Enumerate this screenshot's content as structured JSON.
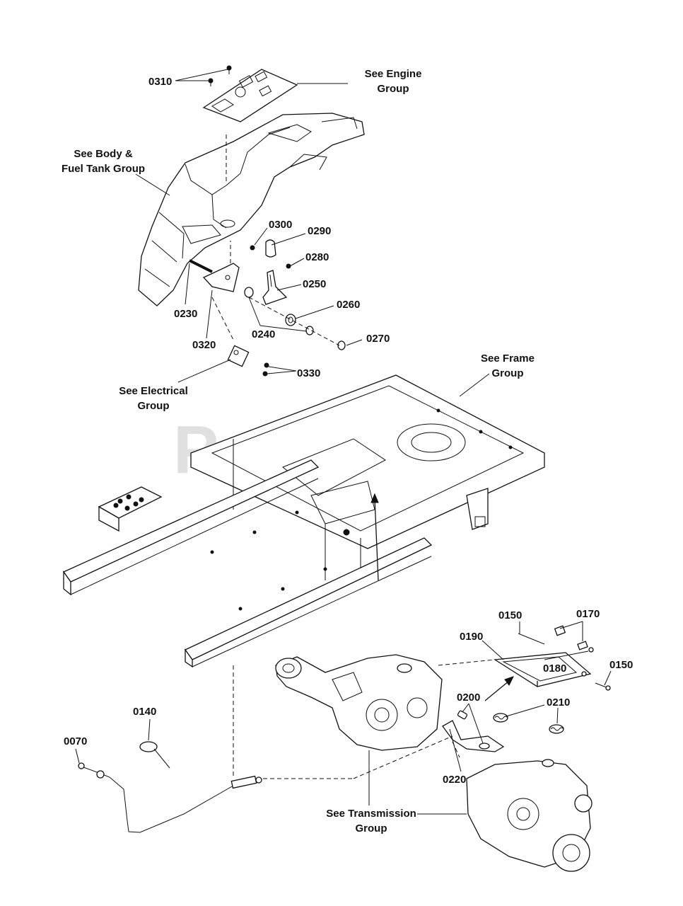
{
  "watermark": "PartsTree",
  "part_numbers": {
    "p0070": "0070",
    "p0140": "0140",
    "p0150a": "0150",
    "p0150b": "0150",
    "p0170": "0170",
    "p0180": "0180",
    "p0190": "0190",
    "p0200": "0200",
    "p0210": "0210",
    "p0220": "0220",
    "p0230": "0230",
    "p0240": "0240",
    "p0250": "0250",
    "p0260": "0260",
    "p0270": "0270",
    "p0280": "0280",
    "p0290": "0290",
    "p0300": "0300",
    "p0310": "0310",
    "p0320": "0320",
    "p0330": "0330"
  },
  "group_refs": {
    "engine": [
      "See Engine",
      "Group"
    ],
    "body_fuel": [
      "See Body &",
      "Fuel Tank Group"
    ],
    "frame": [
      "See Frame",
      "Group"
    ],
    "electrical": [
      "See Electrical",
      "Group"
    ],
    "transmission": [
      "See Transmission",
      "Group"
    ]
  }
}
